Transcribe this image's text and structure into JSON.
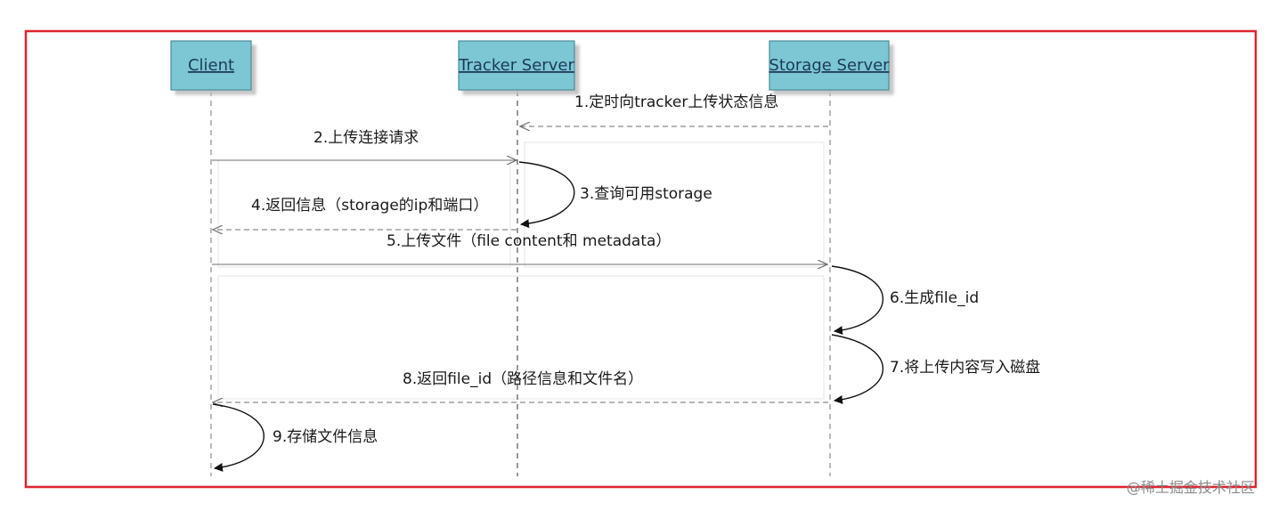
{
  "actors": {
    "client": "Client",
    "tracker": "Tracker Server",
    "storage": "Storage Server"
  },
  "messages": {
    "m1": "1.定时向tracker上传状态信息",
    "m2": "2.上传连接请求",
    "m3": "3.查询可用storage",
    "m4": "4.返回信息（storage的ip和端口）",
    "m5": "5.上传文件（file content和 metadata）",
    "m6": "6.生成file_id",
    "m7": "7.将上传内容写入磁盘",
    "m8": "8.返回file_id（路径信息和文件名）",
    "m9": "9.存储文件信息"
  },
  "watermark": "@稀土掘金技术社区",
  "colors": {
    "frame": "#e0232f",
    "actor_fill": "#7cc7d3",
    "actor_border": "#4a8c99"
  }
}
